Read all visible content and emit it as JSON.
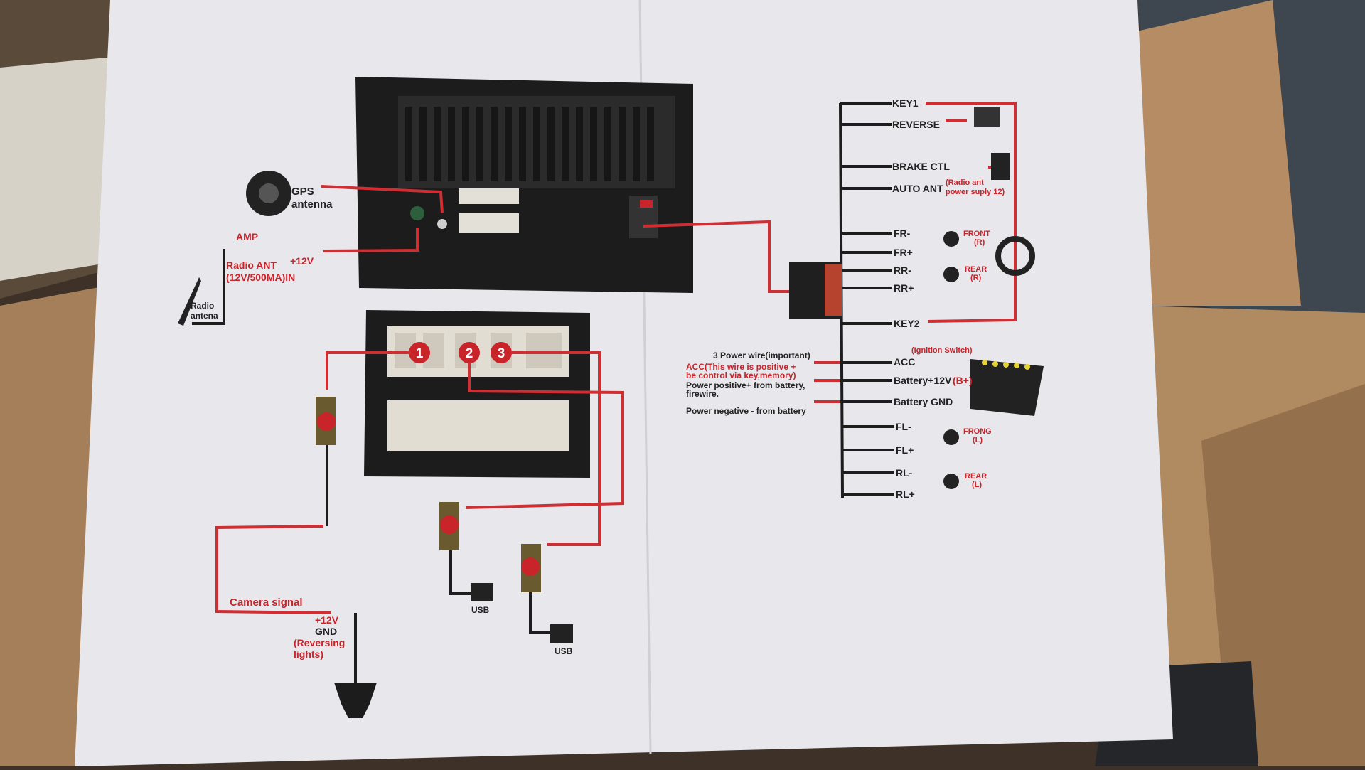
{
  "photo": {
    "subject": "",
    "colors": {
      "paper": "#e9e8ec",
      "wire_red": "#cf2e33",
      "wire_black": "#1d1d1d",
      "cardboard": "#a9835e",
      "background": "#3d3128"
    }
  },
  "diagram": {
    "gps": {
      "label_line1": "GPS",
      "label_line2": "antenna"
    },
    "amp": {
      "label": "AMP",
      "plus12v": "+12V",
      "radio_ant_line1": "Radio ANT",
      "radio_ant_line2": "(12V/500MA)IN"
    },
    "radio_antenna": {
      "line1": "Radio",
      "line2": "antena"
    },
    "connectors": {
      "c1": "1",
      "c2": "2",
      "c3": "3"
    },
    "camera": {
      "signal": "Camera signal",
      "plus12v": "+12V",
      "gnd": "GND",
      "rev_line1": "(Reversing",
      "rev_line2": "lights)"
    },
    "usb": {
      "usb_a": "USB",
      "usb_b": "USB"
    },
    "harness_top": {
      "key1": "KEY1",
      "reverse": "REVERSE",
      "brake": "BRAKE CTL",
      "auto_ant": "AUTO ANT",
      "auto_ant_note1": "(Radio ant",
      "auto_ant_note2": "power suply 12)",
      "fr_minus": "FR-",
      "fr_plus": "FR+",
      "rr_minus": "RR-",
      "rr_plus": "RR+",
      "key2": "KEY2",
      "front_r1": "FRONT",
      "front_r2": "(R)",
      "rear_r1": "REAR",
      "rear_r2": "(R)"
    },
    "power": {
      "title": "3 Power wire(important)",
      "acc_note1": "ACC(This wire is positive +",
      "acc_note2": "be control via key,memory)",
      "batt_note1": "Power positive+ from battery,",
      "batt_note2": "firewire.",
      "gnd_note": "Power negative - from battery",
      "ignition": "(Ignition Switch)",
      "acc": "ACC",
      "battery": "Battery+12V",
      "battery_bplus": "(B+)",
      "battery_gnd": "Battery GND"
    },
    "harness_bottom": {
      "fl_minus": "FL-",
      "fl_plus": "FL+",
      "rl_minus": "RL-",
      "rl_plus": "RL+",
      "frong_l1": "FRONG",
      "frong_l2": "(L)",
      "rear_l1": "REAR",
      "rear_l2": "(L)"
    }
  }
}
